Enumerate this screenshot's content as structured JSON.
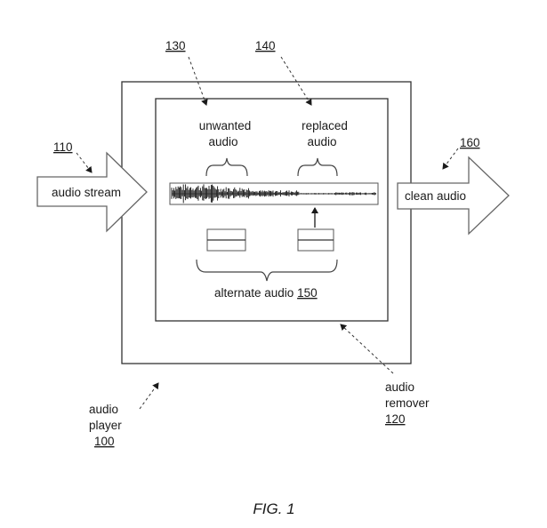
{
  "refs": {
    "r130": "130",
    "r140": "140",
    "r110": "110",
    "r160": "160"
  },
  "labels": {
    "unwanted_line1": "unwanted",
    "unwanted_line2": "audio",
    "replaced_line1": "replaced",
    "replaced_line2": "audio",
    "audio_stream": "audio stream",
    "clean_audio": "clean audio",
    "alternate_audio": "alternate audio",
    "alternate_audio_ref": "150",
    "audio_remover_line1": "audio",
    "audio_remover_line2": "remover",
    "audio_remover_ref": "120",
    "audio_player_line1": "audio",
    "audio_player_line2": "player",
    "audio_player_ref": "100"
  },
  "caption": "FIG. 1"
}
